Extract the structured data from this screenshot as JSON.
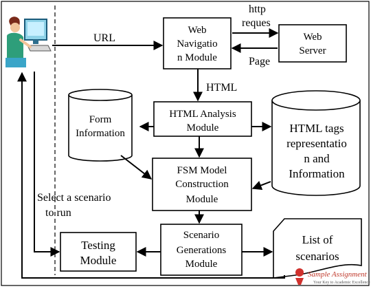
{
  "diagram": {
    "nodes": {
      "web_nav": [
        "Web",
        "Navigatio",
        "n Module"
      ],
      "web_server": [
        "Web",
        "Server"
      ],
      "html_analysis": [
        "HTML Analysis",
        "Module"
      ],
      "form_info": [
        "Form",
        "Information"
      ],
      "html_tags": [
        "HTML tags",
        "representatio",
        "n and",
        "Information"
      ],
      "fsm": [
        "FSM Model",
        "Construction",
        "Module"
      ],
      "testing": [
        "Testing",
        "Module"
      ],
      "scenario_gen": [
        "Scenario",
        "Generations",
        "Module"
      ],
      "list_scenarios": [
        "List of",
        "scenarios"
      ]
    },
    "labels": {
      "url": "URL",
      "http_request": [
        "http",
        "reques"
      ],
      "page": "Page",
      "html": "HTML",
      "select_scenario": [
        "Select a scenario",
        "to run"
      ]
    },
    "watermark": {
      "brand": "Sample Assignment",
      "tagline": "Your Key to Academic Excellence"
    }
  }
}
